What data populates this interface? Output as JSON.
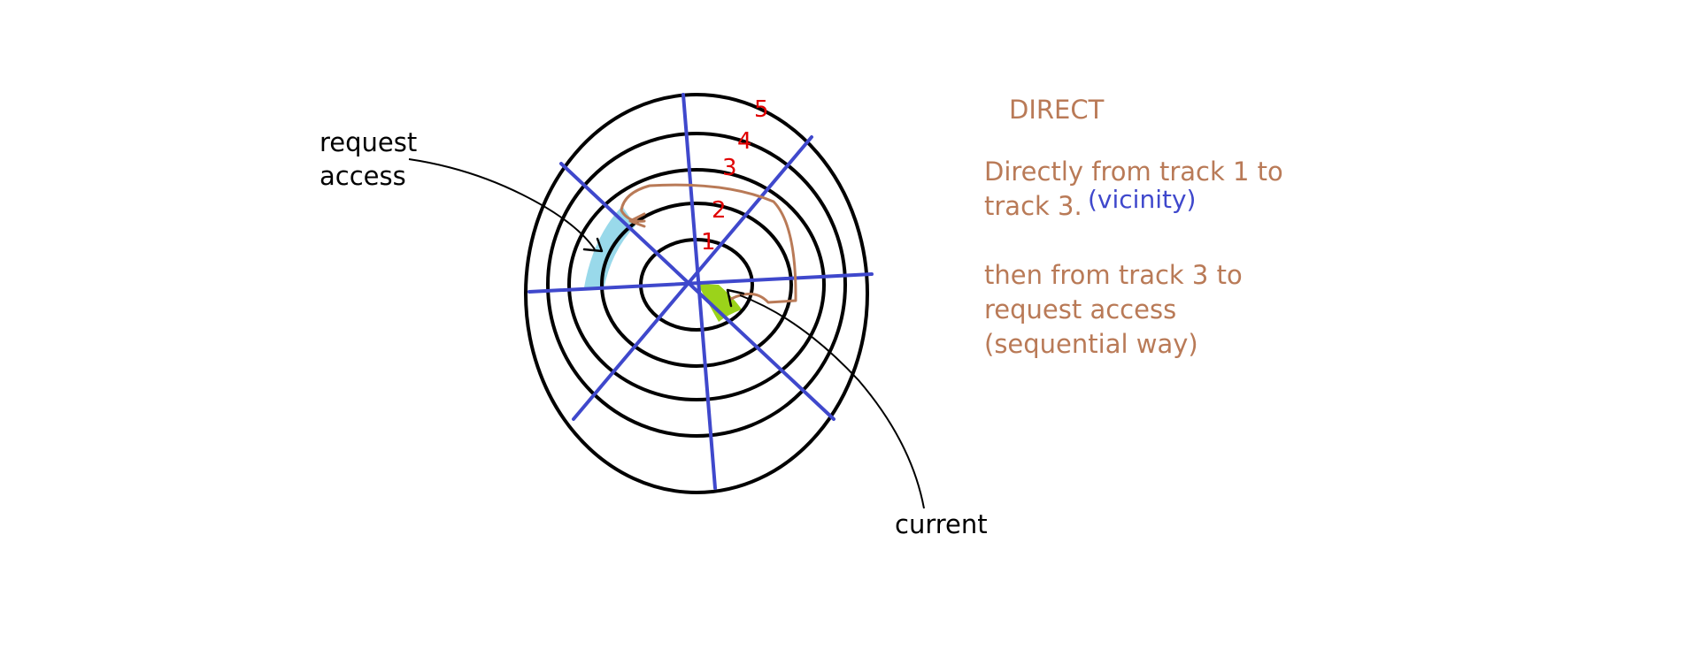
{
  "labels": {
    "request_access_line1": "request",
    "request_access_line2": "access",
    "current": "current"
  },
  "track_numbers": [
    "1",
    "2",
    "3",
    "4",
    "5"
  ],
  "notes": {
    "heading": "DIRECT",
    "line1": "Directly from track 1 to",
    "line2": "track 3.",
    "vicinity": "(vicinity)",
    "line3": "then from track 3 to",
    "line4": "request access",
    "line5": "(sequential way)"
  },
  "colors": {
    "track": "#000000",
    "sector_line": "#3f48cc",
    "note_text": "#b97a57",
    "vicinity_text": "#3f48cc",
    "track_number": "#e00000",
    "request_sector_fill": "#99d9ea",
    "current_sector_fill": "#9bd31a",
    "path": "#b97a57"
  }
}
